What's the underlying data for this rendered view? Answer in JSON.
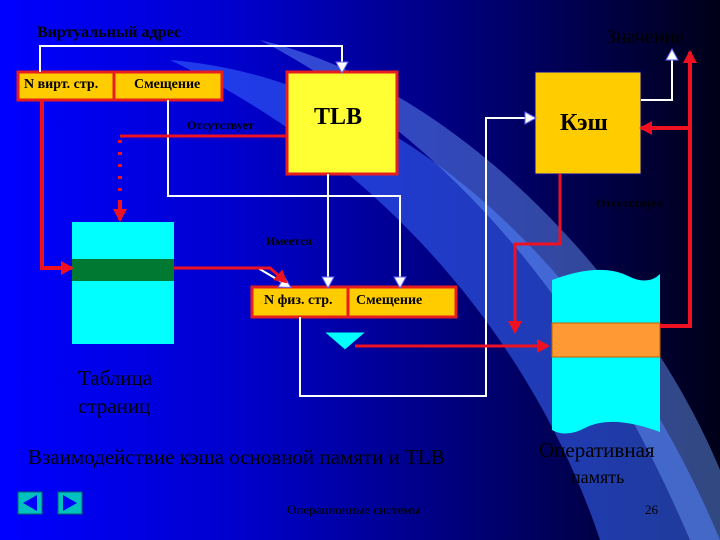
{
  "slide": {
    "title": "Взаимодействие кэша основной памяти и TLB",
    "footer": "Операционные системы",
    "page_number": "26"
  },
  "labels": {
    "virtual_address": "Виртуальный адрес",
    "value": "Значение",
    "absent_tlb": "Отсутствует",
    "absent_cache": "Отсутствует",
    "present": "Имеется",
    "page_table_line1": "Таблица",
    "page_table_line2": "страниц",
    "main_memory_line1": "Оперативная",
    "main_memory_line2": "память"
  },
  "virtual_address_fields": {
    "page": "N вирт. стр.",
    "offset": "Смещение"
  },
  "physical_address_fields": {
    "page": "N физ. стр.",
    "offset": "Смещение"
  },
  "blocks": {
    "tlb": "TLB",
    "cache": "Кэш"
  },
  "nav": {
    "prev_icon": "left-triangle",
    "next_icon": "right-triangle"
  },
  "colors": {
    "block_yellow": "#ffff33",
    "cache_yellow": "#ffcc00",
    "border_red": "#e81e1e",
    "arrow_red": "#ee1122",
    "cyan": "#00ffff",
    "page_entry_green": "#007a33",
    "memory_entry_orange": "#ff9933"
  }
}
